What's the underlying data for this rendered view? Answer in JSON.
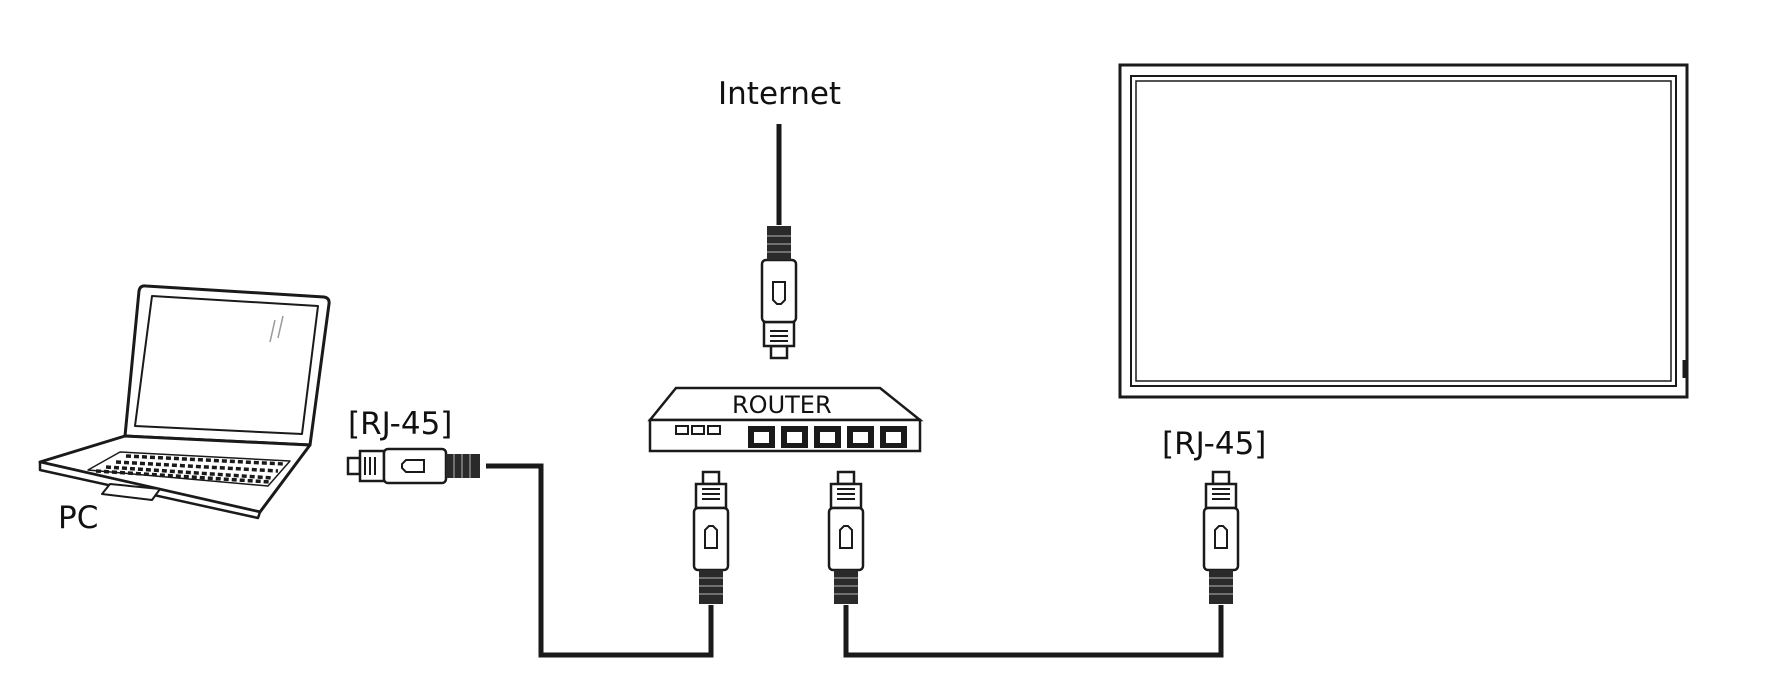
{
  "labels": {
    "internet": "Internet",
    "router": "ROUTER",
    "pc": "PC",
    "rj45_pc": "[RJ-45]",
    "rj45_display": "[RJ-45]"
  },
  "devices": {
    "pc": "laptop-icon",
    "router": "router-icon",
    "display": "display-monitor-icon",
    "connector": "rj45-plug-icon"
  },
  "colors": {
    "line": "#1a1a1a",
    "background": "#ffffff"
  }
}
